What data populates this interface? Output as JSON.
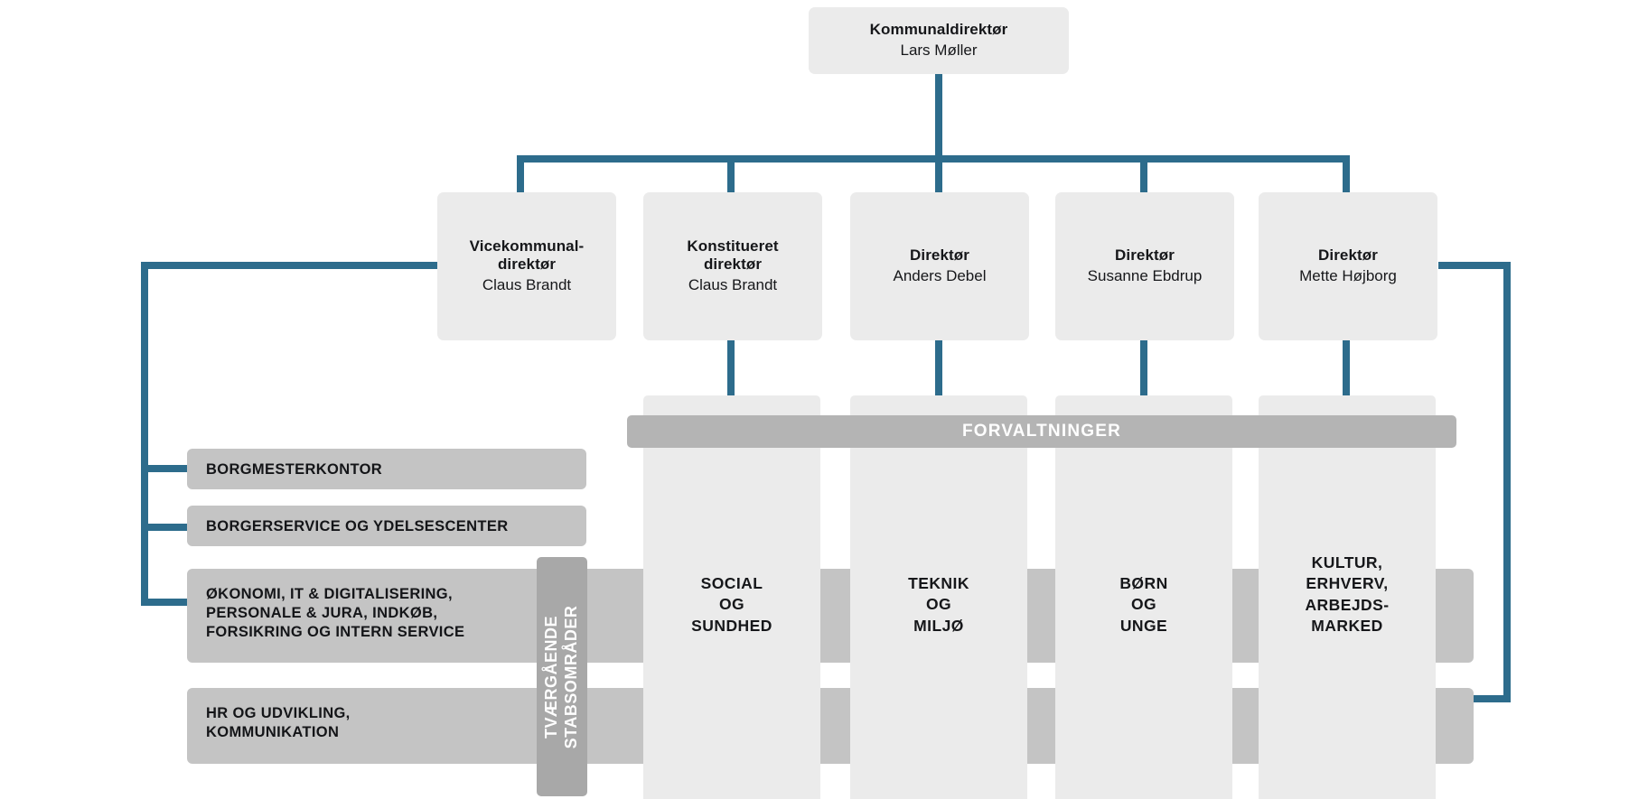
{
  "diagram": {
    "title": "Organisationsdiagram",
    "colors": {
      "connector": "#2d6c8c",
      "box_fill": "#ebebeb",
      "staff_fill": "#c4c4c4",
      "band_fill": "#b4b4b4",
      "vertical_bar_fill": "#a8a8a8",
      "background": "#ffffff",
      "text": "#16171a",
      "band_text": "#ffffff"
    }
  },
  "top": {
    "title": "Kommunaldirektør",
    "name": "Lars Møller"
  },
  "directors": [
    {
      "title": "Vicekommunal-\ndirektør",
      "name": "Claus Brandt"
    },
    {
      "title": "Konstitueret\ndirektør",
      "name": "Claus Brandt"
    },
    {
      "title": "Direktør",
      "name": "Anders Debel"
    },
    {
      "title": "Direktør",
      "name": "Susanne Ebdrup"
    },
    {
      "title": "Direktør",
      "name": "Mette Højborg"
    }
  ],
  "band": {
    "label": "FORVALTNINGER"
  },
  "vertical_bar": {
    "label": "TVÆRGÅENDE\nSTABSOMRÅDER"
  },
  "forvaltninger": [
    {
      "label": "SOCIAL\nOG\nSUNDHED"
    },
    {
      "label": "TEKNIK\nOG\nMILJØ"
    },
    {
      "label": "BØRN\nOG\nUNGE"
    },
    {
      "label": "KULTUR,\nERHVERV,\nARBEJDS-\nMARKED"
    }
  ],
  "stabsomraader": [
    {
      "label": "BORGMESTERKONTOR"
    },
    {
      "label": "BORGERSERVICE OG YDELSESCENTER"
    },
    {
      "label": "ØKONOMI, IT & DIGITALISERING,\nPERSONALE & JURA, INDKØB,\nFORSIKRING OG INTERN SERVICE"
    },
    {
      "label": "HR OG UDVIKLING,\nKOMMUNIKATION"
    }
  ]
}
